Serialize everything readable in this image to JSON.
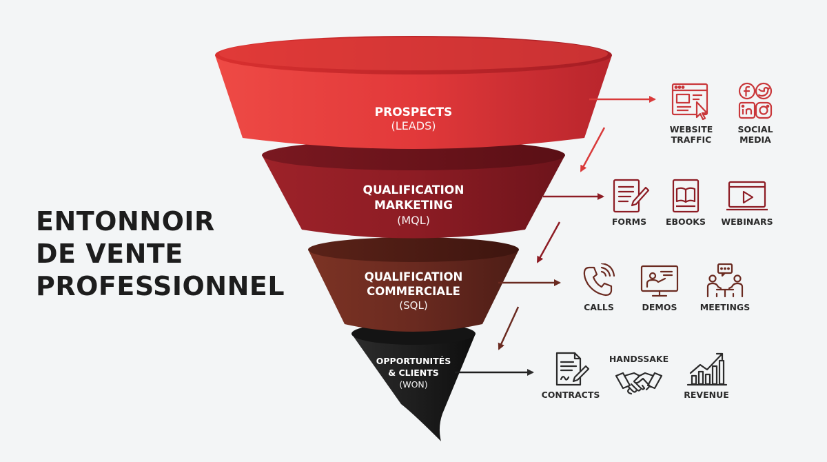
{
  "title": {
    "lines": [
      "ENTONNOIR",
      "DE VENTE",
      "PROFESSIONNEL"
    ]
  },
  "stages": [
    {
      "label_lines": [
        "PROSPECTS"
      ],
      "sub": "(LEADS)"
    },
    {
      "label_lines": [
        "QUALIFICATION",
        "MARKETING"
      ],
      "sub": "(MQL)"
    },
    {
      "label_lines": [
        "QUALIFICATION",
        "COMMERCIALE"
      ],
      "sub": "(SQL)"
    },
    {
      "label_lines": [
        "OPPORTUNITÉS",
        "& CLIENTS"
      ],
      "sub": "(WON)"
    }
  ],
  "icons": {
    "website_traffic": {
      "label_lines": [
        "WEBSITE",
        "TRAFFIC"
      ],
      "icon": "website-browser-icon"
    },
    "social_media": {
      "label_lines": [
        "SOCIAL",
        "MEDIA"
      ],
      "icon": "social-media-icon"
    },
    "forms": {
      "label": "FORMS",
      "icon": "form-icon"
    },
    "ebooks": {
      "label": "EBOOKS",
      "icon": "ebook-icon"
    },
    "webinars": {
      "label": "WEBINARS",
      "icon": "webinar-icon"
    },
    "calls": {
      "label": "CALLS",
      "icon": "phone-icon"
    },
    "demos": {
      "label": "DEMOS",
      "icon": "demo-screen-icon"
    },
    "meetings": {
      "label": "MEETINGS",
      "icon": "meeting-icon"
    },
    "contracts": {
      "label": "CONTRACTS",
      "icon": "contract-icon"
    },
    "handshake": {
      "label": "HANDSSAKE",
      "icon": "handshake-icon"
    },
    "revenue": {
      "label": "REVENUE",
      "icon": "revenue-chart-icon"
    }
  },
  "colors": {
    "stage1": "#e2393a",
    "stage2": "#8d1c24",
    "stage3": "#6a2a20",
    "stage4": "#1e1e1e",
    "icon_red": "#c9373a",
    "icon_dark": "#2b2b2b",
    "background": "#f3f5f6"
  }
}
